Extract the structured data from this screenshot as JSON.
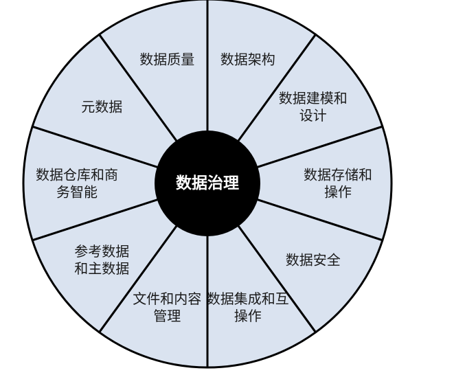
{
  "diagram": {
    "center": {
      "label": "数据治理",
      "fill_color": "#000000",
      "text_color": "#ffffff"
    },
    "segment_fill_color": "#dae3f0",
    "border_color": "#000000",
    "segments": [
      {
        "id": "architecture",
        "lines": [
          "数据架构"
        ]
      },
      {
        "id": "modeling-design",
        "lines": [
          "数据建模和",
          "设计"
        ]
      },
      {
        "id": "storage-operations",
        "lines": [
          "数据存储和",
          "操作"
        ]
      },
      {
        "id": "security",
        "lines": [
          "数据安全"
        ]
      },
      {
        "id": "integration-interoperability",
        "lines": [
          "数据集成和互",
          "操作"
        ]
      },
      {
        "id": "document-content",
        "lines": [
          "文件和内容",
          "管理"
        ]
      },
      {
        "id": "reference-master",
        "lines": [
          "参考数据",
          "和主数据"
        ]
      },
      {
        "id": "warehousing-bi",
        "lines": [
          "数据仓库和商",
          "务智能"
        ]
      },
      {
        "id": "metadata",
        "lines": [
          "元数据"
        ]
      },
      {
        "id": "quality",
        "lines": [
          "数据质量"
        ]
      }
    ]
  }
}
